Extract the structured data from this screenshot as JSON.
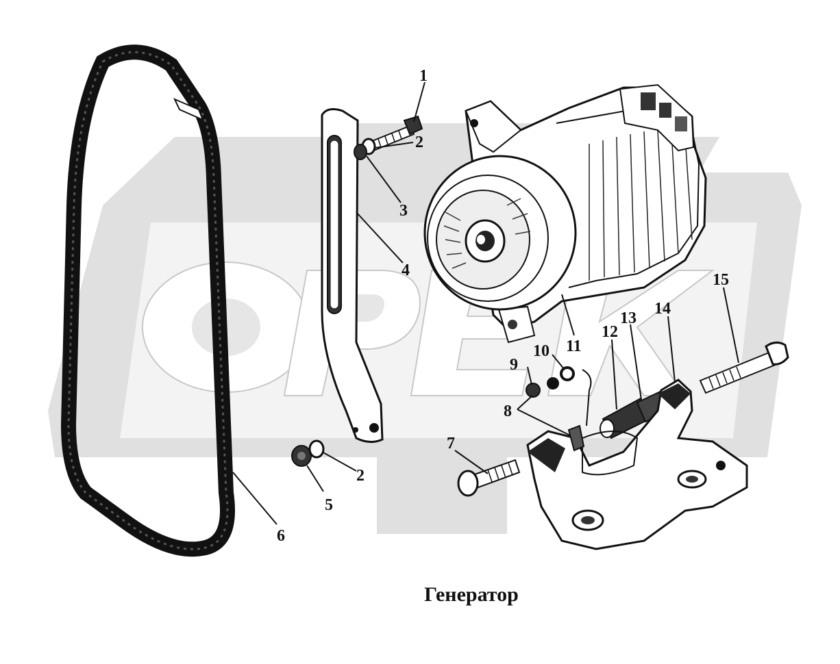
{
  "caption": "Генератор",
  "watermark": {
    "text": "ОРЕХ",
    "color": "#dcdcdc"
  },
  "callouts": {
    "c1": "1",
    "c2a": "2",
    "c2b": "2",
    "c3": "3",
    "c4": "4",
    "c5": "5",
    "c6": "6",
    "c7": "7",
    "c8": "8",
    "c9": "9",
    "c10": "10",
    "c11": "11",
    "c12": "12",
    "c13": "13",
    "c14": "14",
    "c15": "15"
  },
  "colors": {
    "ink": "#111111",
    "background": "#ffffff",
    "watermark": "#dcdcdc"
  }
}
